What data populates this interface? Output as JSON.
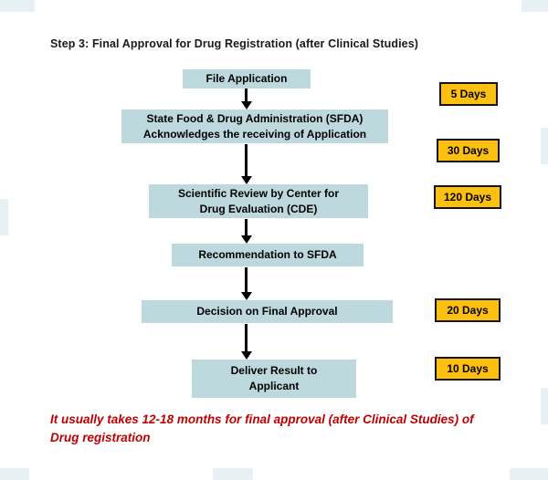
{
  "title": "Step 3: Final Approval for Drug Registration (after Clinical Studies)",
  "flowchart": {
    "steps": [
      {
        "lines": [
          "File Application"
        ]
      },
      {
        "lines": [
          "State Food & Drug Administration (SFDA)",
          "Acknowledges the receiving of Application"
        ]
      },
      {
        "lines": [
          "Scientific Review by Center for",
          "Drug Evaluation (CDE)"
        ]
      },
      {
        "lines": [
          "Recommendation to SFDA"
        ]
      },
      {
        "lines": [
          "Decision on Final Approval"
        ]
      },
      {
        "lines": [
          "Deliver Result to",
          "Applicant"
        ]
      }
    ],
    "durations": [
      "5 Days",
      "30 Days",
      "120 Days",
      "20 Days",
      "10 Days"
    ]
  },
  "footnote": {
    "lines": [
      "It usually takes 12-18 months for final approval (after Clinical Studies) of",
      "Drug registration"
    ]
  },
  "colors": {
    "step_box_fill": "#bdd9dd",
    "duration_fill": "#fdc010",
    "duration_border": "#141414",
    "arrow": "#000000",
    "footnote_text": "#c00000",
    "title_text": "#1a1a1a"
  }
}
